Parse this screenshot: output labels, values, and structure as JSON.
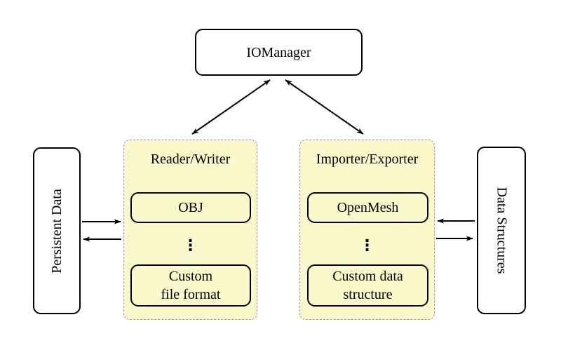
{
  "colors": {
    "background": "#ffffff",
    "panel_fill": "#fcf8cc",
    "panel_border": "#9b9b9b",
    "node_border": "#000000",
    "node_fill": "#ffffff",
    "arrow": "#000000",
    "text": "#000000"
  },
  "nodes": {
    "iomanager": {
      "label": "IOManager"
    },
    "persistent_data": {
      "label": "Persistent Data"
    },
    "data_structures": {
      "label": "Data Structures"
    },
    "reader_writer": {
      "title": "Reader/Writer",
      "items": [
        {
          "label": "OBJ"
        },
        {
          "label": "⋮"
        },
        {
          "label": "Custom\nfile format"
        }
      ]
    },
    "importer_exporter": {
      "title": "Importer/Exporter",
      "items": [
        {
          "label": "OpenMesh"
        },
        {
          "label": "⋮"
        },
        {
          "label": "Custom data\nstructure"
        }
      ]
    }
  },
  "edges": [
    {
      "from": "IOManager",
      "to": "Reader/Writer",
      "direction": "bidirectional"
    },
    {
      "from": "IOManager",
      "to": "Importer/Exporter",
      "direction": "bidirectional"
    },
    {
      "from": "Persistent Data",
      "to": "Reader/Writer",
      "direction": "one-way"
    },
    {
      "from": "Reader/Writer",
      "to": "Persistent Data",
      "direction": "one-way"
    },
    {
      "from": "Data Structures",
      "to": "Importer/Exporter",
      "direction": "one-way"
    },
    {
      "from": "Importer/Exporter",
      "to": "Data Structures",
      "direction": "one-way"
    }
  ]
}
